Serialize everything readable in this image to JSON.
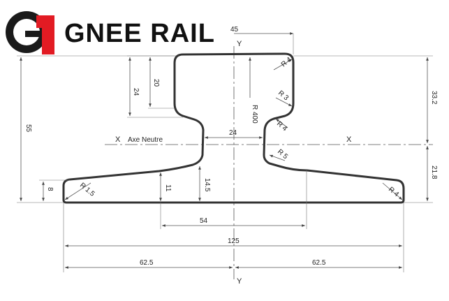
{
  "brand": {
    "name": "GNEE RAIL",
    "logo_letter": "G",
    "logo_number": "1",
    "colors": {
      "red": "#e21b23",
      "dark": "#1a1a1a"
    }
  },
  "axes": {
    "x_left": "X",
    "x_right": "X",
    "y_top": "Y",
    "y_bottom": "Y",
    "neutral_axis": "Axe Neutre"
  },
  "dimensions": {
    "head_width": "45",
    "head_depth": "24",
    "head_inner": "20",
    "total_height": "55",
    "upper_height": "33.2",
    "lower_height": "21.8",
    "web_width": "24",
    "foot_edge": "8",
    "foot_mid": "11",
    "web_foot": "14.5",
    "web_base": "54",
    "foot_width": "125",
    "half_left": "62.5",
    "half_right": "62.5"
  },
  "radii": {
    "head_top": "R 4",
    "head_side": "R 3",
    "head_crown": "R 400",
    "head_fillet": "R 4",
    "web_fillet": "R 5",
    "foot_left": "R 1.5",
    "foot_right": "R 4"
  }
}
